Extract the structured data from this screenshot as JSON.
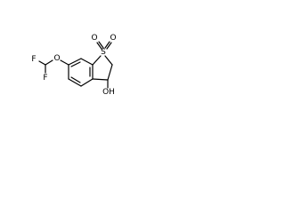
{
  "structure": {
    "atom_labels": {
      "fluorine_top": "F",
      "fluorine_bottom": "F",
      "ether_oxygen": "O",
      "sulfur": "S",
      "sulfone_oxygen_left": "O",
      "sulfone_oxygen_right": "O",
      "hydroxyl": "OH"
    }
  }
}
